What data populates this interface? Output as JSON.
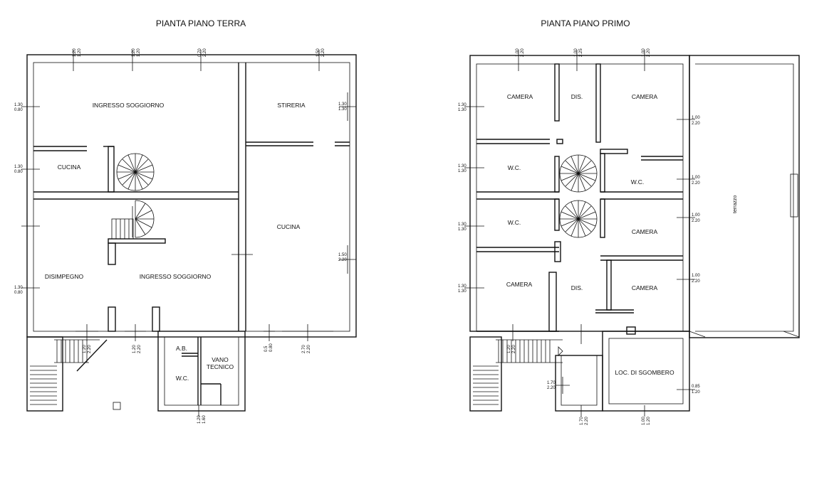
{
  "plans": [
    {
      "title": "PIANTA PIANO TERRA",
      "rooms": [
        {
          "label": "INGRESSO SOGGIORNO"
        },
        {
          "label": "STIRERIA"
        },
        {
          "label": "CUCINA"
        },
        {
          "label": "CUCINA"
        },
        {
          "label": "DISIMPEGNO"
        },
        {
          "label": "INGRESSO SOGGIORNO"
        },
        {
          "label": "A.B."
        },
        {
          "label": "W.C."
        },
        {
          "label": "VANO"
        },
        {
          "label": "TECNICO"
        }
      ],
      "dims": [
        {
          "a": "1.20",
          "b": "1.20"
        },
        {
          "a": "1.20",
          "b": "1.20"
        },
        {
          "a": "0.70",
          "b": "2.20"
        },
        {
          "a": "1.50",
          "b": "2.20"
        },
        {
          "a": "1.30",
          "b": "0.80"
        },
        {
          "a": "1.30",
          "b": "1.30"
        },
        {
          "a": "1.30",
          "b": "0.80"
        },
        {
          "a": "1.50",
          "b": "2.20"
        },
        {
          "a": "1.30",
          "b": "0.80"
        },
        {
          "a": "1.20",
          "b": "2.20"
        },
        {
          "a": "1.20",
          "b": "2.20"
        },
        {
          "a": "0.5",
          "b": "0.80"
        },
        {
          "a": "2.70",
          "b": "2.20"
        },
        {
          "a": "1.20",
          "b": "1.60"
        }
      ]
    },
    {
      "title": "PIANTA PIANO PRIMO",
      "rooms": [
        {
          "label": "CAMERA"
        },
        {
          "label": "DIS."
        },
        {
          "label": "CAMERA"
        },
        {
          "label": "W.C."
        },
        {
          "label": "W.C."
        },
        {
          "label": "W.C."
        },
        {
          "label": "CAMERA"
        },
        {
          "label": "CAMERA"
        },
        {
          "label": "DIS."
        },
        {
          "label": "CAMERA"
        },
        {
          "label": "LOC. DI SGOMBERO"
        },
        {
          "label": "terrazzo"
        }
      ],
      "dims": [
        {
          "a": "1.00",
          "b": "2.20"
        },
        {
          "a": "1.00",
          "b": "2.25"
        },
        {
          "a": "1.00",
          "b": "2.20"
        },
        {
          "a": "1.30",
          "b": "1.30"
        },
        {
          "a": "1.30",
          "b": "1.30"
        },
        {
          "a": "1.30",
          "b": "1.30"
        },
        {
          "a": "1.30",
          "b": "1.30"
        },
        {
          "a": "1.00",
          "b": "2.20"
        },
        {
          "a": "1.00",
          "b": "2.20"
        },
        {
          "a": "1.00",
          "b": "2.20"
        },
        {
          "a": "1.00",
          "b": "2.20"
        },
        {
          "a": "1.20",
          "b": "2.20"
        },
        {
          "a": "1.70",
          "b": "2.20"
        },
        {
          "a": "1.70",
          "b": "2.20"
        },
        {
          "a": "0.85",
          "b": "1.20"
        },
        {
          "a": "1.00",
          "b": "1.20"
        }
      ]
    }
  ]
}
